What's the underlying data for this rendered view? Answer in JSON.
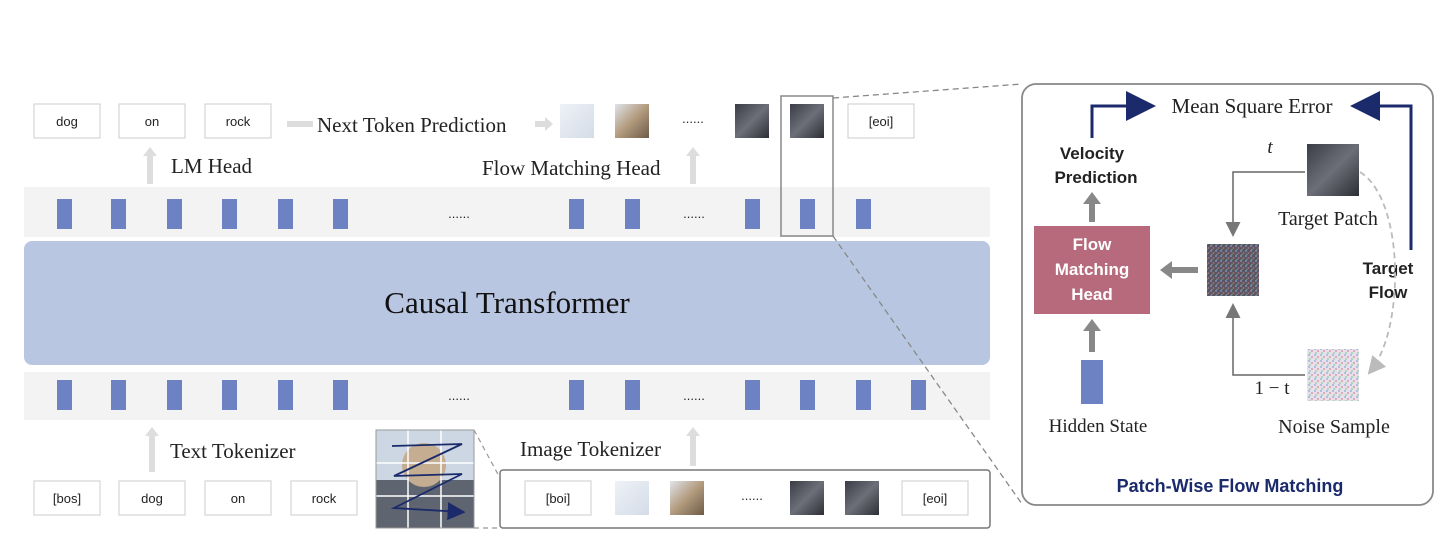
{
  "output_tokens": [
    "dog",
    "on",
    "rock"
  ],
  "output_end_token": "[eoi]",
  "input_tokens": [
    "[bos]",
    "dog",
    "on",
    "rock"
  ],
  "image_tokens_start": "[boi]",
  "image_tokens_end": "[eoi]",
  "ellipsis": "......",
  "labels": {
    "next_token_prediction": "Next Token Prediction",
    "lm_head": "LM Head",
    "flow_matching_head": "Flow Matching Head",
    "causal_transformer": "Causal Transformer",
    "text_tokenizer": "Text Tokenizer",
    "image_tokenizer": "Image Tokenizer"
  },
  "panel": {
    "title": "Patch-Wise Flow Matching",
    "mse": "Mean Square Error",
    "velocity_line1": "Velocity",
    "velocity_line2": "Prediction",
    "head_line1": "Flow",
    "head_line2": "Matching",
    "head_line3": "Head",
    "t": "t",
    "one_minus_t": "1 − t",
    "target_patch": "Target Patch",
    "target_flow_line1": "Target",
    "target_flow_line2": "Flow",
    "hidden_state": "Hidden State",
    "noise_sample": "Noise Sample"
  },
  "colors": {
    "token_blue": "#6c82c2",
    "transformer_fill": "#b9c6e2",
    "head_fill": "#b76a7c",
    "arrow_navy": "#1b2a6b",
    "strip_fill": "#f3f3f3"
  }
}
